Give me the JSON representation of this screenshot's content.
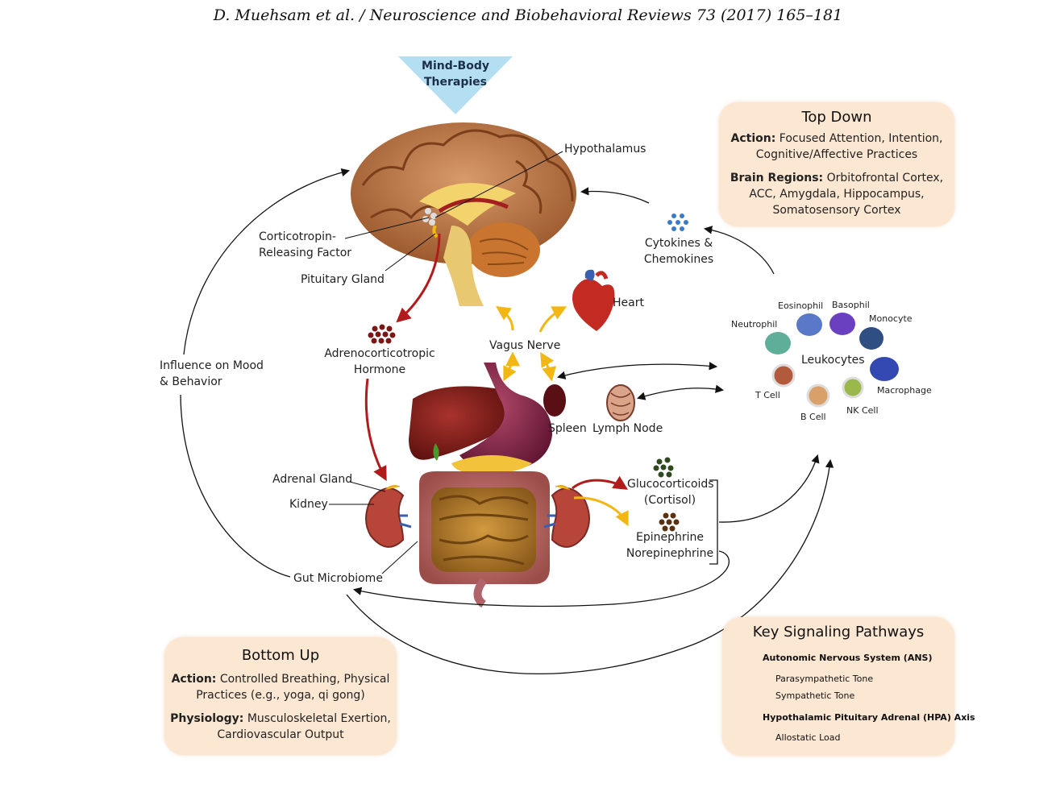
{
  "header": "D. Muehsam et al. / Neuroscience and Biobehavioral Reviews 73 (2017) 165–181",
  "mind_body": [
    "Mind-Body",
    "Therapies"
  ],
  "top_down": {
    "title": "Top Down",
    "action_label": "Action:",
    "action_text_1": "Focused Attention, Intention,",
    "action_text_2": "Cognitive/Affective Practices",
    "brain_label": "Brain Regions:",
    "brain_text_1": "Orbitofrontal Cortex,",
    "brain_text_2": "ACC, Amygdala, Hippocampus,",
    "brain_text_3": "Somatosensory Cortex"
  },
  "bottom_up": {
    "title": "Bottom Up",
    "action_label": "Action:",
    "action_text_1": "Controlled Breathing, Physical",
    "action_text_2": "Practices (e.g., yoga, qi gong)",
    "phys_label": "Physiology:",
    "phys_text_1": "Musculoskeletal Exertion,",
    "phys_text_2": "Cardiovascular Output"
  },
  "key": {
    "title": "Key Signaling Pathways",
    "ans": "Autonomic Nervous System (ANS)",
    "para": "Parasympathetic Tone",
    "symp": "Sympathetic Tone",
    "hpa": "Hypothalamic Pituitary Adrenal (HPA) Axis",
    "allo": "Allostatic Load",
    "colors": {
      "ans": "#f2b713",
      "hpa": "#b11b1b",
      "gray": "#8a8a8a"
    }
  },
  "labels": {
    "hypothalamus": "Hypothalamus",
    "crf_1": "Corticotropin-",
    "crf_2": "Releasing Factor",
    "pituitary": "Pituitary Gland",
    "acth_1": "Adrenocorticotropic",
    "acth_2": "Hormone",
    "mood_1": "Influence on Mood",
    "mood_2": "& Behavior",
    "vagus": "Vagus Nerve",
    "heart": "Heart",
    "cytokines_1": "Cytokines &",
    "cytokines_2": "Chemokines",
    "spleen": "Spleen",
    "lymph": "Lymph Node",
    "adrenal": "Adrenal Gland",
    "kidney": "Kidney",
    "gut": "Gut Microbiome",
    "gluco_1": "Glucocorticoids",
    "gluco_2": "(Cortisol)",
    "epi_1": "Epinephrine",
    "epi_2": "Norepinephrine"
  },
  "leukocytes": {
    "title": "Leukocytes",
    "eosinophil": "Eosinophil",
    "basophil": "Basophil",
    "neutrophil": "Neutrophil",
    "monocyte": "Monocyte",
    "tcell": "T Cell",
    "bcell": "B Cell",
    "nkcell": "NK Cell",
    "macrophage": "Macrophage"
  }
}
